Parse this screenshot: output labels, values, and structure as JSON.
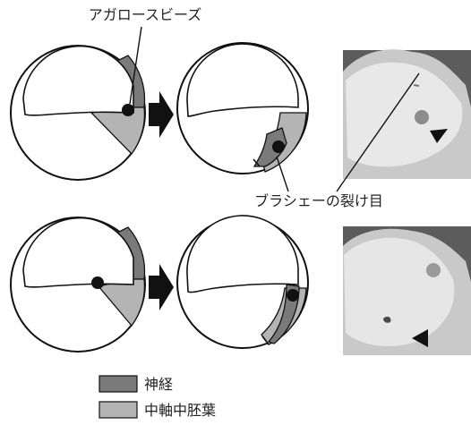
{
  "labels": {
    "agarose_beads": "アガロースビーズ",
    "brachet_cleft": "ブラシェーの裂け目"
  },
  "legend": [
    {
      "key": "neural",
      "label": "神経",
      "color": "#7a7a7a"
    },
    {
      "key": "chordamesoderm",
      "label": "中軸中胚葉",
      "color": "#b4b4b4"
    }
  ],
  "colors": {
    "neural": "#7a7a7a",
    "mesoderm": "#b4b4b4",
    "outline": "#111111",
    "arrow": "#111111",
    "bead": "#111111"
  }
}
